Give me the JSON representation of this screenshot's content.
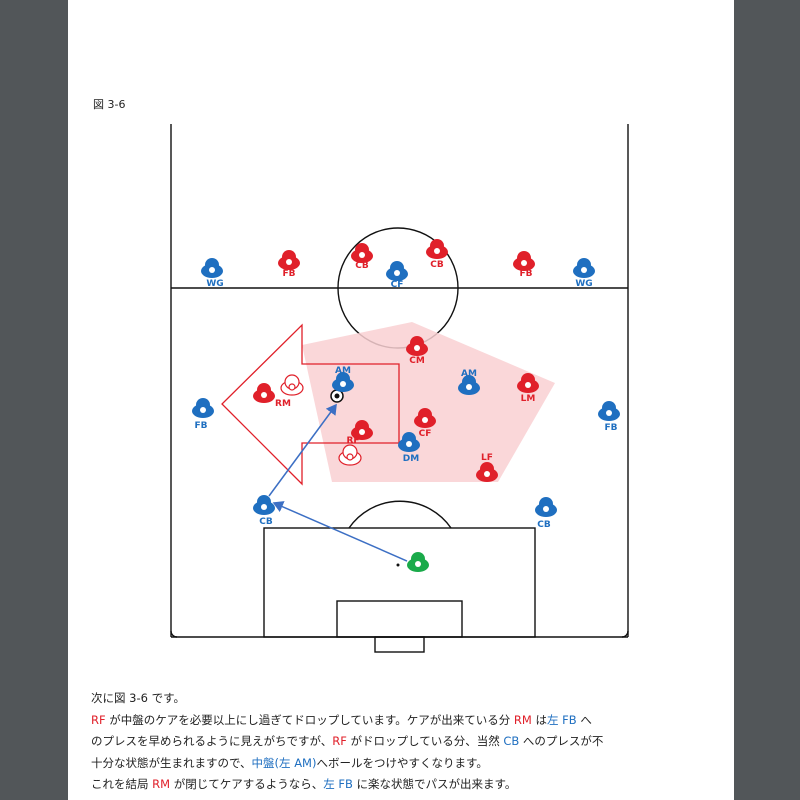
{
  "figure": {
    "title": "図 3-6"
  },
  "colors": {
    "blue_team": "#1f6fc0",
    "red_team": "#e0202a",
    "keeper": "#1aaa4a",
    "pass_arrow": "#3c6fc4",
    "press_arrow": "#e0202a",
    "zone": "#f9d0d2"
  },
  "players": {
    "blue": [
      {
        "label": "WG"
      },
      {
        "label": "CF"
      },
      {
        "label": "WG"
      },
      {
        "label": "AM"
      },
      {
        "label": "AM"
      },
      {
        "label": "FB"
      },
      {
        "label": "FB"
      },
      {
        "label": "DM"
      },
      {
        "label": "CB"
      },
      {
        "label": "CB"
      }
    ],
    "red": [
      {
        "label": "FB"
      },
      {
        "label": "CB"
      },
      {
        "label": "CB"
      },
      {
        "label": "FB"
      },
      {
        "label": "CM"
      },
      {
        "label": "LM"
      },
      {
        "label": "CF"
      },
      {
        "label": "LF"
      },
      {
        "label": "RF"
      },
      {
        "label": "RM"
      }
    ],
    "keeper": {
      "label": ""
    }
  },
  "text": {
    "line1": "次に図 3-6 です。",
    "line2": [
      {
        "t": "RF",
        "c": "r"
      },
      {
        "t": " が中盤のケアを必要以上にし過ぎてドロップしています。ケアが出来ている分 ",
        "c": ""
      },
      {
        "t": "RM",
        "c": "r"
      },
      {
        "t": " は",
        "c": ""
      },
      {
        "t": "左 FB",
        "c": "b"
      },
      {
        "t": " へ",
        "c": ""
      }
    ],
    "line3": [
      {
        "t": "のプレスを早められるように見えがちですが、",
        "c": ""
      },
      {
        "t": "RF",
        "c": "r"
      },
      {
        "t": " がドロップしている分、当然 ",
        "c": ""
      },
      {
        "t": "CB",
        "c": "b"
      },
      {
        "t": " へのプレスが不",
        "c": ""
      }
    ],
    "line4": [
      {
        "t": "十分な状態が生まれますので、",
        "c": ""
      },
      {
        "t": "中盤(左 AM)",
        "c": "b"
      },
      {
        "t": "へボールをつけやすくなります。",
        "c": ""
      }
    ],
    "line5": [
      {
        "t": "これを結局 ",
        "c": ""
      },
      {
        "t": "RM",
        "c": "r"
      },
      {
        "t": " が閉じてケアするようなら、",
        "c": ""
      },
      {
        "t": "左 FB",
        "c": "b"
      },
      {
        "t": " に楽な状態でパスが出来ます。",
        "c": ""
      }
    ]
  }
}
